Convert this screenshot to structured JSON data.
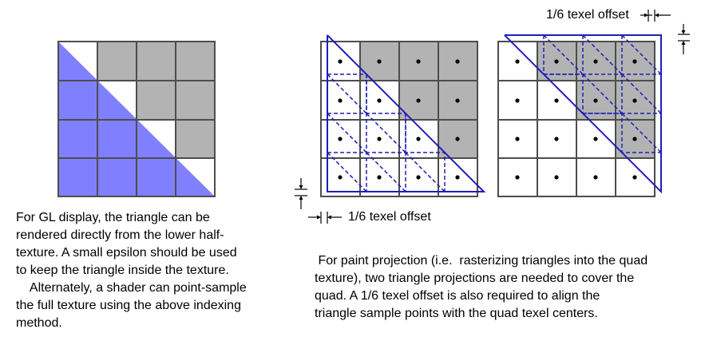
{
  "colors": {
    "grid_line": "#4d4d4d",
    "gray_cell": "#b3b3b3",
    "blue_fill": "#8080ff",
    "blue_stroke": "#1f1fb8",
    "white": "#ffffff"
  },
  "labels": {
    "offset_top": "1/6 texel offset",
    "offset_bottom": "1/6 texel offset"
  },
  "caption_left": {
    "lines": [
      "For GL display, the triangle can be",
      "rendered directly from the lower half-",
      "texture.  A small epsilon should be used",
      "to keep the triangle inside the texture.",
      "    Alternately, a shader can point-sample",
      "the full texture using the above indexing",
      "method."
    ]
  },
  "caption_right": {
    "lines": [
      " For paint projection (i.e.  rasterizing triangles into the quad",
      "texture), two triangle projections are needed to cover the",
      "quad.  A 1/6 texel offset is also required to align the",
      "triangle sample points with the quad texel centers."
    ]
  }
}
